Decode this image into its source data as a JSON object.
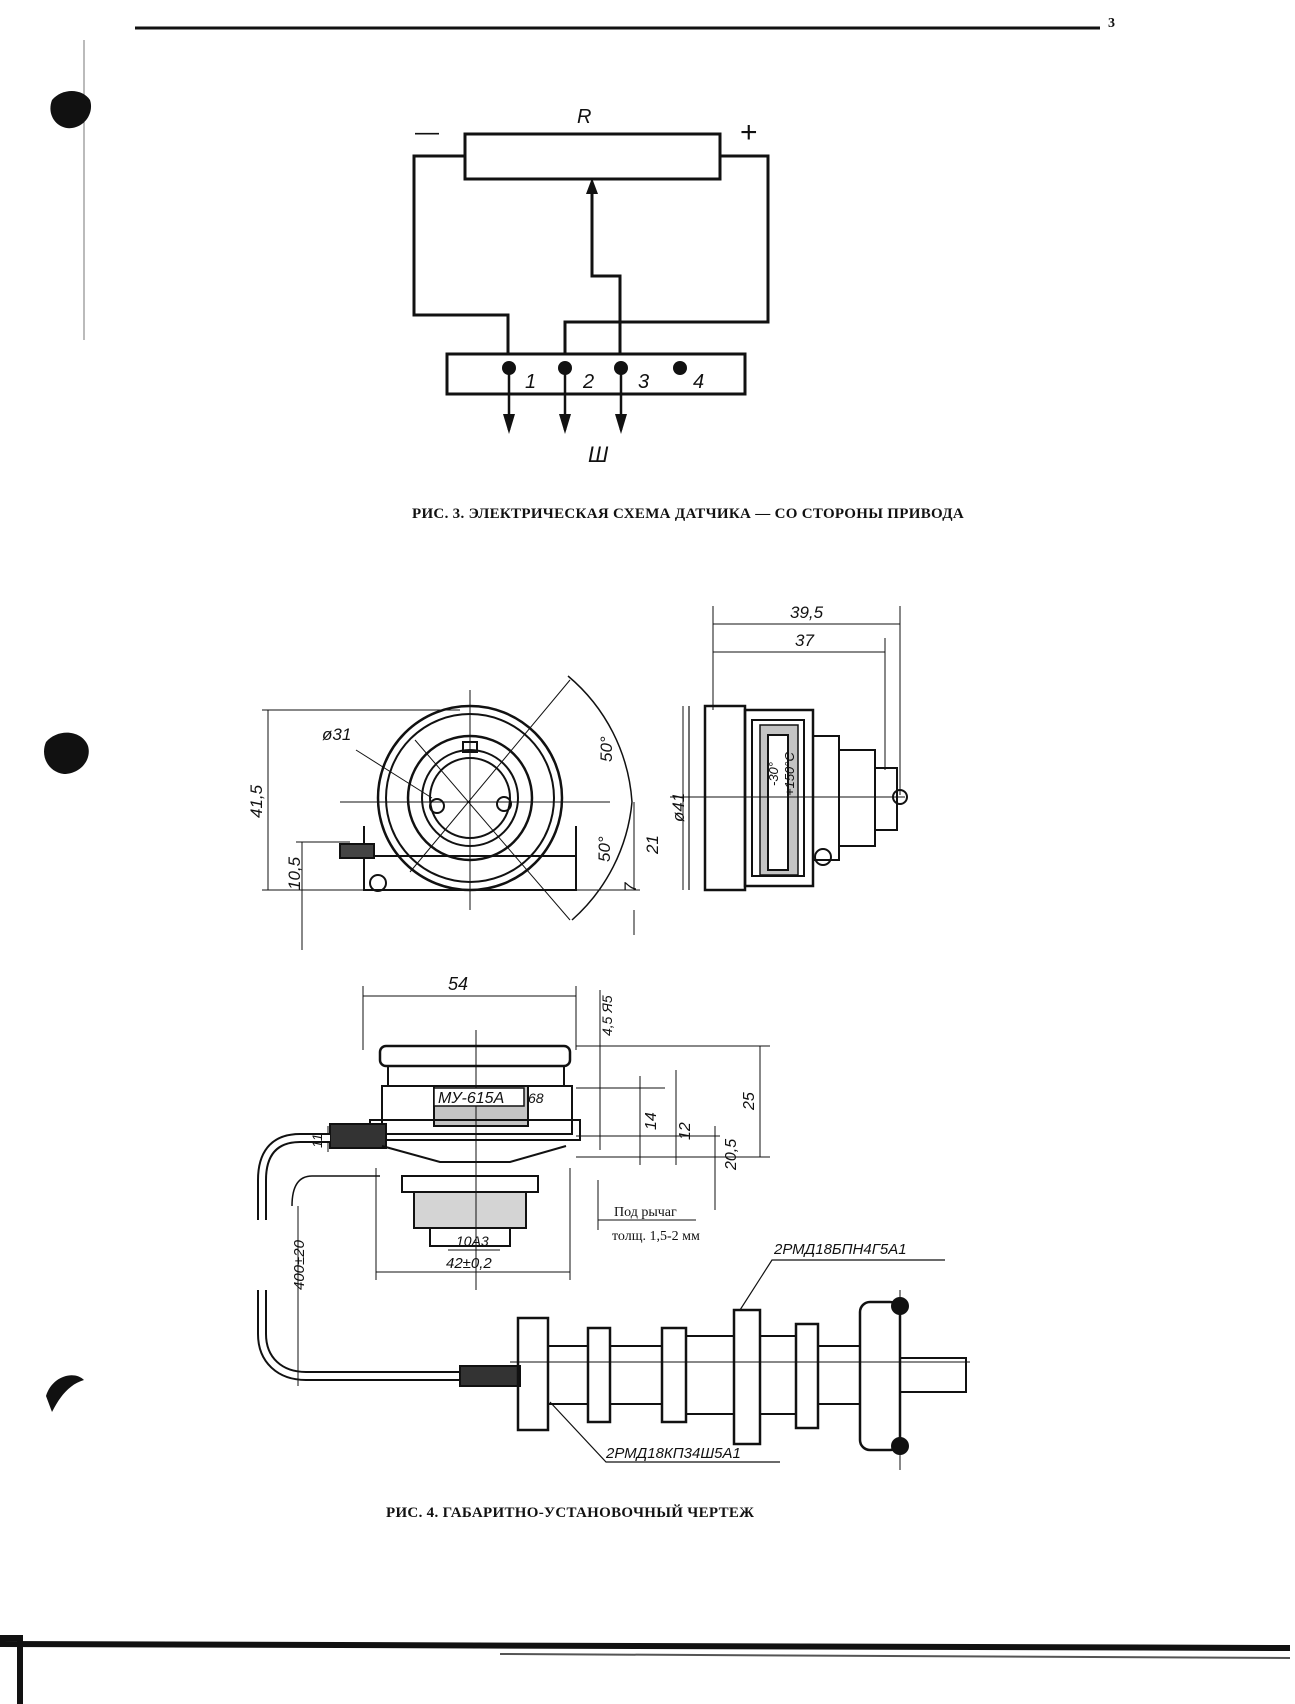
{
  "page": {
    "number": "3"
  },
  "fig3": {
    "resistor_label": "R",
    "minus": "—",
    "plus": "+",
    "pins": [
      "1",
      "2",
      "3",
      "4"
    ],
    "connector_label": "Ш",
    "caption": "РИС. 3. ЭЛЕКТРИЧЕСКАЯ СХЕМА ДАТЧИКА — СО СТОРОНЫ ПРИВОДА"
  },
  "fig4": {
    "caption": "РИС. 4. ГАБАРИТНО-УСТАНОВОЧНЫЙ ЧЕРТЕЖ",
    "front_view": {
      "dia": "ø31",
      "height": "41,5",
      "base_height": "10,5",
      "angle_top": "50°",
      "angle_bottom": "50°",
      "dim_21": "21",
      "dim_7": "7"
    },
    "side_view": {
      "width_outer": "39,5",
      "width_inner": "37",
      "dia": "ø41",
      "temp_low": "-30°",
      "temp_high": "+150°С"
    },
    "top_view": {
      "width": "54",
      "tol": "4,5 Я5",
      "marking": "МУ-615А",
      "marking_num": "68",
      "dim_11": "11",
      "dim_14": "14",
      "dim_12": "12",
      "dim_20_5": "20,5",
      "dim_25": "25",
      "dim_10": "10А3",
      "dim_42": "42±0,2",
      "lever_note_1": "Под рычаг",
      "lever_note_2": "толщ. 1,5-2 мм",
      "cable_length": "400±20"
    },
    "connectors": {
      "plug": "2РМД18БПН4Г5А1",
      "socket": "2РМД18КП34Ш5А1"
    }
  }
}
